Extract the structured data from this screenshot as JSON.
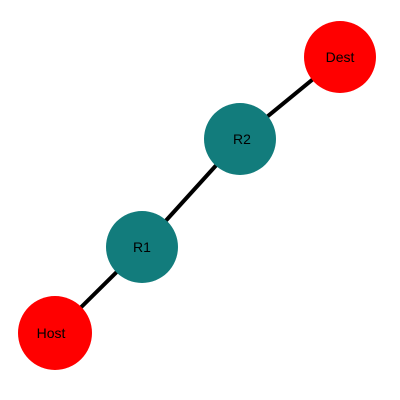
{
  "nodes": [
    {
      "id": "host",
      "label": "Host",
      "color": "#ff0000"
    },
    {
      "id": "r1",
      "label": "R1",
      "color": "#127c7c"
    },
    {
      "id": "r2",
      "label": "R2",
      "color": "#127c7c"
    },
    {
      "id": "dest",
      "label": "Dest",
      "color": "#ff0000"
    }
  ],
  "edges": [
    {
      "from": "host",
      "to": "r1"
    },
    {
      "from": "r1",
      "to": "r2"
    },
    {
      "from": "r2",
      "to": "dest"
    }
  ]
}
